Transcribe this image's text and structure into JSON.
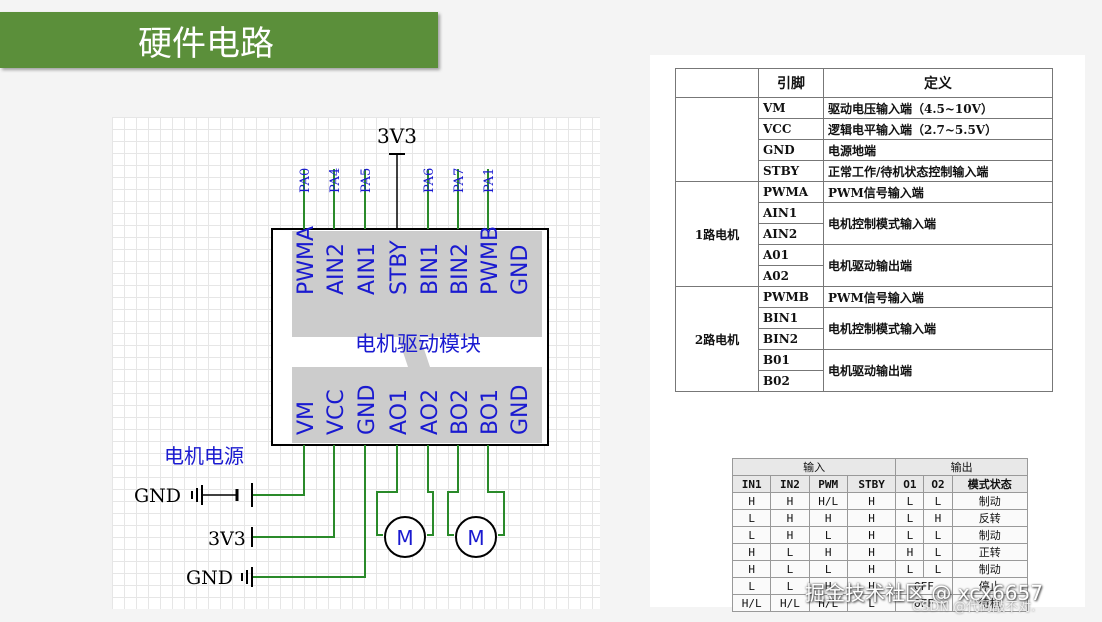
{
  "title": "硬件电路",
  "circuit": {
    "power_top": "3V3",
    "top_pins": [
      "PWMA",
      "AIN2",
      "AIN1",
      "STBY",
      "BIN1",
      "BIN2",
      "PWMB",
      "GND"
    ],
    "top_nets": [
      "PA0",
      "PA4",
      "PA5",
      "PA6",
      "PA7",
      "PA1"
    ],
    "module_label": "电机驱动模块",
    "bottom_pins": [
      "VM",
      "VCC",
      "GND",
      "AO1",
      "AO2",
      "BO2",
      "BO1",
      "GND"
    ],
    "power_label": "电机电源",
    "gnd_label": "GND",
    "vcc_label": "3V3",
    "motor_label": "M",
    "colors": {
      "pin_text": "#1a1ad0",
      "wire": "#2a8a2a",
      "module_fill": "#cccccc"
    }
  },
  "pin_table": {
    "headers": [
      "",
      "引脚",
      "定义"
    ],
    "rows": [
      {
        "pin": "VM",
        "def": "驱动电压输入端（4.5~10V）"
      },
      {
        "pin": "VCC",
        "def": "逻辑电平输入端（2.7~5.5V）"
      },
      {
        "pin": "GND",
        "def": "电源地端"
      },
      {
        "pin": "STBY",
        "def": "正常工作/待机状态控制输入端"
      },
      {
        "group": "1路电机",
        "pin": "PWMA",
        "def": "PWM信号输入端"
      },
      {
        "pin": "AIN1",
        "def": "电机控制模式输入端"
      },
      {
        "pin": "AIN2"
      },
      {
        "pin": "A01",
        "def": "电机驱动输出端"
      },
      {
        "pin": "A02"
      },
      {
        "group": "2路电机",
        "pin": "PWMB",
        "def": "PWM信号输入端"
      },
      {
        "pin": "BIN1",
        "def": "电机控制模式输入端"
      },
      {
        "pin": "BIN2"
      },
      {
        "pin": "B01",
        "def": "电机驱动输出端"
      },
      {
        "pin": "B02"
      }
    ]
  },
  "truth_table": {
    "group_headers": [
      "输入",
      "输出"
    ],
    "headers": [
      "IN1",
      "IN2",
      "PWM",
      "STBY",
      "O1",
      "O2",
      "模式状态"
    ],
    "rows": [
      [
        "H",
        "H",
        "H/L",
        "H",
        "L",
        "L",
        "制动"
      ],
      [
        "L",
        "H",
        "H",
        "H",
        "L",
        "H",
        "反转"
      ],
      [
        "L",
        "H",
        "L",
        "H",
        "L",
        "L",
        "制动"
      ],
      [
        "H",
        "L",
        "H",
        "H",
        "H",
        "L",
        "正转"
      ],
      [
        "H",
        "L",
        "L",
        "H",
        "L",
        "L",
        "制动"
      ],
      [
        "L",
        "L",
        "H",
        "H",
        "OFF",
        "",
        "停止"
      ],
      [
        "H/L",
        "H/L",
        "H/L",
        "L",
        "OFF",
        "",
        "待机"
      ]
    ]
  },
  "watermarks": [
    "掘金技术社区 @ xcx6657",
    "CSDN @代码敲不对."
  ]
}
